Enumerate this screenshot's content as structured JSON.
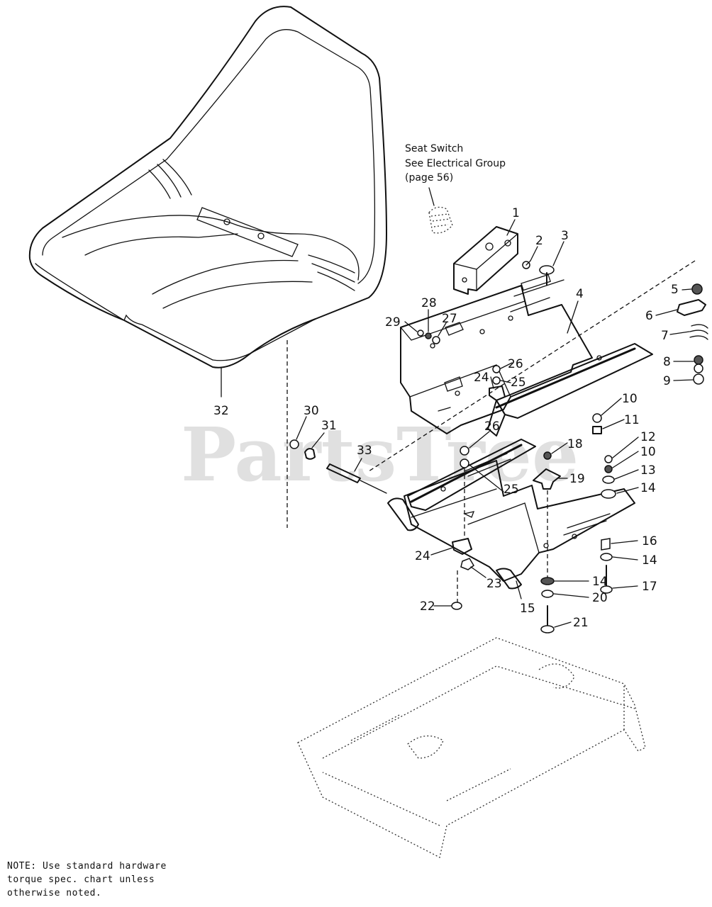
{
  "watermark": "PartsTree",
  "callout": {
    "line1": "Seat Switch",
    "line2": "See Electrical Group",
    "line3": "(page 56)"
  },
  "note": {
    "line1": "NOTE: Use standard hardware",
    "line2": "torque spec. chart unless",
    "line3": "otherwise noted."
  },
  "part_labels": [
    {
      "id": "p1",
      "text": "1"
    },
    {
      "id": "p2",
      "text": "2"
    },
    {
      "id": "p3",
      "text": "3"
    },
    {
      "id": "p4",
      "text": "4"
    },
    {
      "id": "p5",
      "text": "5"
    },
    {
      "id": "p6",
      "text": "6"
    },
    {
      "id": "p7",
      "text": "7"
    },
    {
      "id": "p8",
      "text": "8"
    },
    {
      "id": "p9",
      "text": "9"
    },
    {
      "id": "p10a",
      "text": "10"
    },
    {
      "id": "p11",
      "text": "11"
    },
    {
      "id": "p12",
      "text": "12"
    },
    {
      "id": "p10b",
      "text": "10"
    },
    {
      "id": "p13",
      "text": "13"
    },
    {
      "id": "p14a",
      "text": "14"
    },
    {
      "id": "p15",
      "text": "15"
    },
    {
      "id": "p16",
      "text": "16"
    },
    {
      "id": "p14b",
      "text": "14"
    },
    {
      "id": "p17",
      "text": "17"
    },
    {
      "id": "p18",
      "text": "18"
    },
    {
      "id": "p19",
      "text": "19"
    },
    {
      "id": "p14c",
      "text": "14"
    },
    {
      "id": "p20",
      "text": "20"
    },
    {
      "id": "p21",
      "text": "21"
    },
    {
      "id": "p22",
      "text": "22"
    },
    {
      "id": "p23",
      "text": "23"
    },
    {
      "id": "p24a",
      "text": "24"
    },
    {
      "id": "p24b",
      "text": "24"
    },
    {
      "id": "p25a",
      "text": "25"
    },
    {
      "id": "p25b",
      "text": "25"
    },
    {
      "id": "p26a",
      "text": "26"
    },
    {
      "id": "p26b",
      "text": "26"
    },
    {
      "id": "p27",
      "text": "27"
    },
    {
      "id": "p28",
      "text": "28"
    },
    {
      "id": "p29",
      "text": "29"
    },
    {
      "id": "p30",
      "text": "30"
    },
    {
      "id": "p31",
      "text": "31"
    },
    {
      "id": "p32",
      "text": "32"
    },
    {
      "id": "p33",
      "text": "33"
    }
  ]
}
